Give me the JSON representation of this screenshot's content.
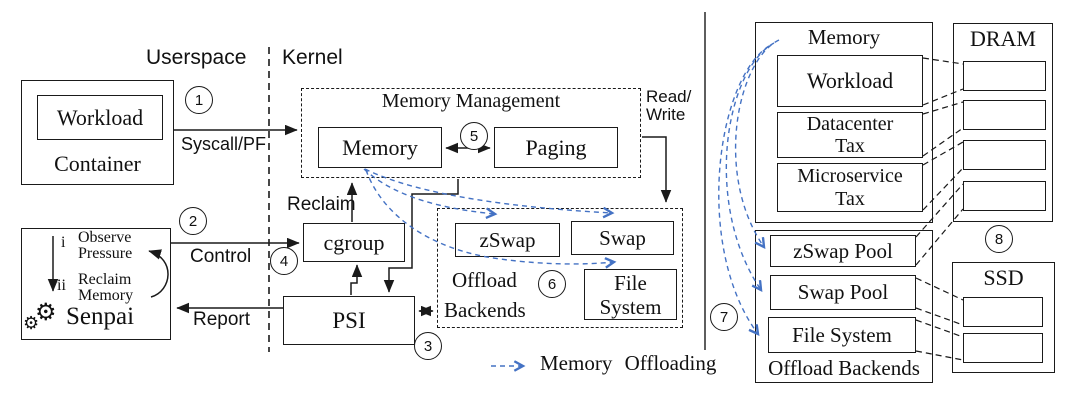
{
  "labels": {
    "userspace": "Userspace",
    "kernel": "Kernel",
    "syscall": "Syscall/PF",
    "control": "Control",
    "report": "Report",
    "reclaim": "Reclaim",
    "read_write_1": "Read/",
    "read_write_2": "Write",
    "legend": "Memory Offloading"
  },
  "container": {
    "title": "Container",
    "workload": "Workload"
  },
  "senpai": {
    "name": "Senpai",
    "gear_icon": "⚙",
    "step1_num": "i",
    "step1_line1": "Observe",
    "step1_line2": "Pressure",
    "step2_num": "ii",
    "step2_line1": "Reclaim",
    "step2_line2": "Memory"
  },
  "memory_management": {
    "title": "Memory Management",
    "memory": "Memory",
    "paging": "Paging"
  },
  "cgroup_label": "cgroup",
  "psi_label": "PSI",
  "offload_backends": {
    "label_1": "Offload",
    "label_2": "Backends",
    "zswap": "zSwap",
    "swap": "Swap",
    "file_system_1": "File",
    "file_system_2": "System"
  },
  "right_memory": {
    "title": "Memory",
    "workload": "Workload",
    "datacenter_1": "Datacenter",
    "datacenter_2": "Tax",
    "microservice_1": "Microservice",
    "microservice_2": "Tax"
  },
  "dram": {
    "title": "DRAM"
  },
  "ssd": {
    "title": "SSD"
  },
  "right_offload": {
    "title": "Offload Backends",
    "zswap_pool": "zSwap Pool",
    "swap_pool": "Swap Pool",
    "file_system": "File System"
  },
  "steps": [
    "1",
    "2",
    "3",
    "4",
    "5",
    "6",
    "7",
    "8"
  ],
  "colors": {
    "offload_blue": "#4472c4",
    "ink": "#1a1a1a"
  }
}
